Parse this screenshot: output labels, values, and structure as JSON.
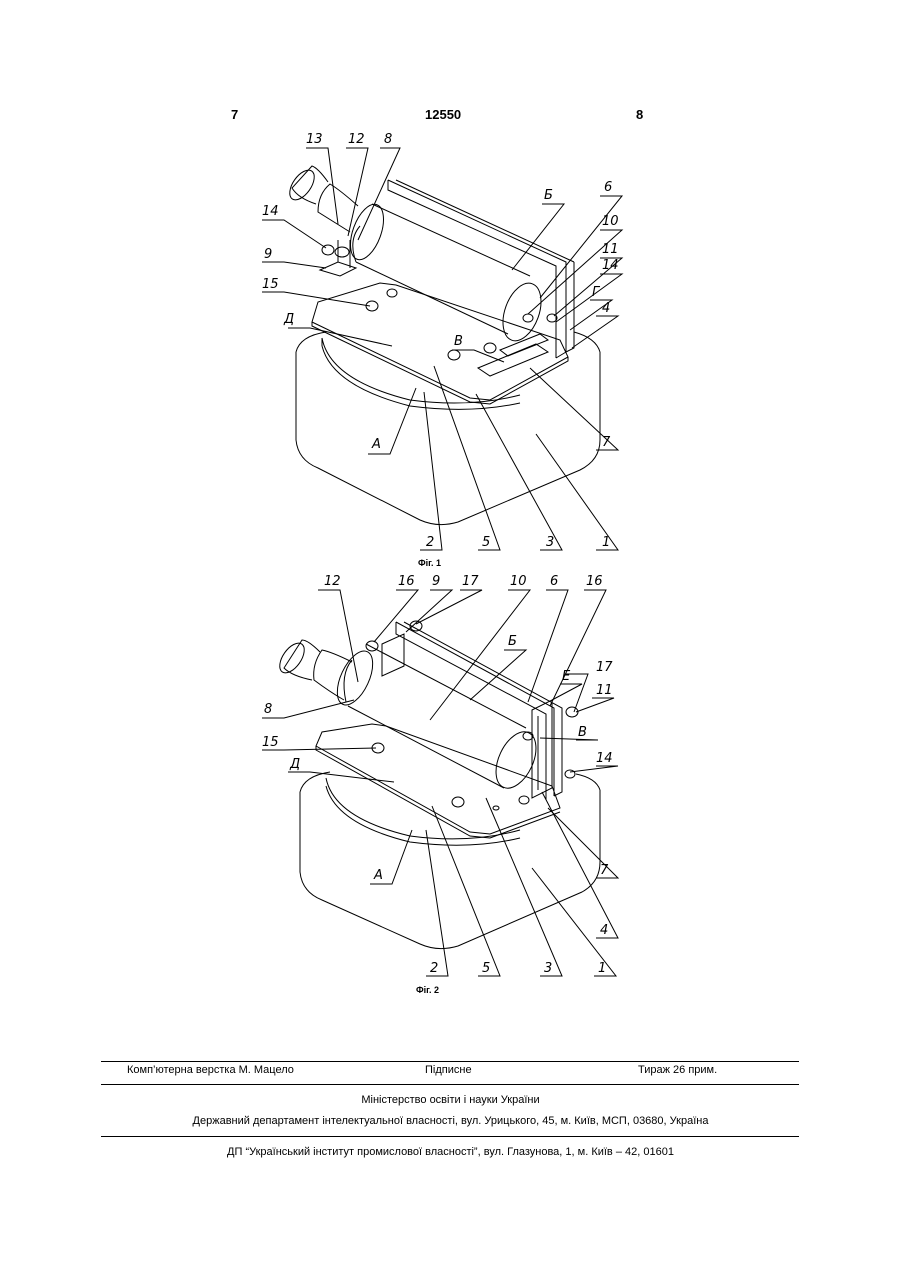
{
  "header": {
    "page_left": "7",
    "patent_number": "12550",
    "page_right": "8"
  },
  "figure1": {
    "caption": "Фіг. 1",
    "labels": {
      "l13": "13",
      "l12": "12",
      "l8": "8",
      "l14a": "14",
      "l9": "9",
      "l15": "15",
      "lD": "Д",
      "lB2": "В",
      "lA": "А",
      "lB": "Б",
      "l6": "6",
      "l10": "10",
      "l11": "11",
      "l14b": "14",
      "lG": "Г",
      "l4": "4",
      "l7": "7",
      "l2": "2",
      "l5": "5",
      "l3": "3",
      "l1": "1"
    }
  },
  "figure2": {
    "caption": "Фіг. 2",
    "labels": {
      "l12": "12",
      "l16a": "16",
      "l9": "9",
      "l17a": "17",
      "l10": "10",
      "l6": "6",
      "l16b": "16",
      "lB": "Б",
      "lE": "Е",
      "l17b": "17",
      "l11": "11",
      "lV": "В",
      "l14": "14",
      "l8": "8",
      "l15": "15",
      "lD": "Д",
      "lA": "А",
      "l7": "7",
      "l4": "4",
      "l2": "2",
      "l5": "5",
      "l3": "3",
      "l1": "1"
    }
  },
  "footer": {
    "layout": "Комп’ютерна верстка М. Мацело",
    "signed": "Підписне",
    "circulation": "Тираж 26 прим.",
    "ministry": "Міністерство освіти і науки України",
    "department": "Державний департамент інтелектуальної власності, вул. Урицького, 45, м. Київ, МСП, 03680, Україна",
    "institute": "ДП “Український інститут промислової власності”, вул. Глазунова, 1, м. Київ – 42, 01601"
  }
}
